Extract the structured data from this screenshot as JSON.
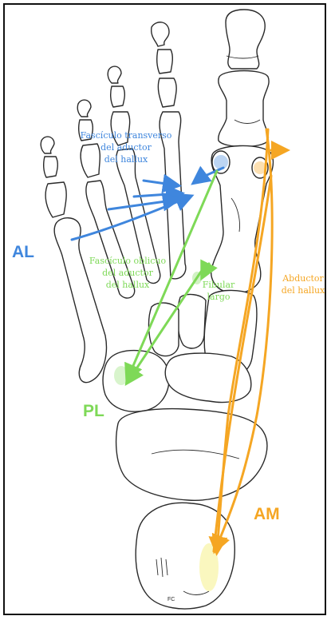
{
  "colors": {
    "blue": "#3f86dd",
    "green": "#7ed957",
    "orange": "#f5a623",
    "outline": "#2a2a2a"
  },
  "labels": {
    "transverse_line1": "Fascículo transverso",
    "transverse_line2": "del aductor",
    "transverse_line3": "del hallux",
    "oblique_line1": "Fascículo oblicuo",
    "oblique_line2": "del aductor",
    "oblique_line3": "del hallux",
    "fibular_line1": "Fibular",
    "fibular_line2": "largo",
    "abductor_line1": "Abductor",
    "abductor_line2": "del hallux",
    "al": "AL",
    "pl": "PL",
    "am": "AM",
    "fc": "FC"
  }
}
